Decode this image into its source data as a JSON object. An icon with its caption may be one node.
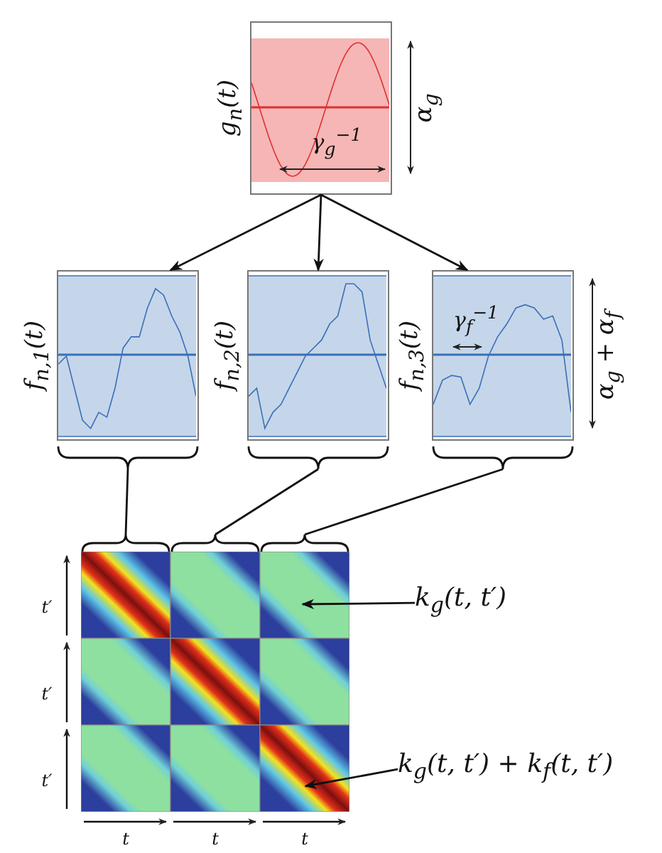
{
  "diagram": {
    "nodes": [
      {
        "text": [
          "g$_{n}$(t)",
          "γ$_{g}$$^{−1}$"
        ],
        "beside": [
          "α$_{g}$"
        ]
      },
      {
        "text": [
          "f$_{n,1}$(t)"
        ]
      },
      {
        "text": [
          "f$_{n,2}$(t)"
        ]
      },
      {
        "text": [
          "f$_{n,3}$(t)",
          "γ$_{f}$$^{−1}$"
        ],
        "beside": [
          "α$_{g}$ + α$_{f}$"
        ]
      },
      {
        "text": [],
        "shape": "bracket"
      },
      {
        "text": [],
        "shape": "bracket"
      },
      {
        "text": [],
        "shape": "bracket"
      },
      {
        "text": [],
        "shape": "bracket"
      },
      {
        "text": [],
        "shape": "bracket"
      },
      {
        "text": [],
        "shape": "bracket"
      },
      {
        "text": [],
        "shape": "picture"
      },
      {
        "text": [
          "k$_{g}$(t, t′)"
        ]
      },
      {
        "text": [
          "k$_{g}$(t, t′) + k$_{f}$(t, t′)"
        ]
      }
    ],
    "edges": [
      {
        "from": 0,
        "to": 1,
        "arrow": "to"
      },
      {
        "from": 0,
        "to": 2,
        "arrow": "to"
      },
      {
        "from": 0,
        "to": 3,
        "arrow": "to"
      },
      {
        "from": 4,
        "to": 7,
        "arrow": "none"
      },
      {
        "from": 5,
        "to": 8,
        "arrow": "none"
      },
      {
        "from": 6,
        "to": 9,
        "arrow": "none"
      },
      {
        "from": 11,
        "to": 10,
        "arrow": "to"
      },
      {
        "from": 12,
        "to": 10,
        "arrow": "to"
      }
    ],
    "labels": [
      "t′",
      "t′",
      "t′",
      "t",
      "t",
      "t"
    ]
  }
}
